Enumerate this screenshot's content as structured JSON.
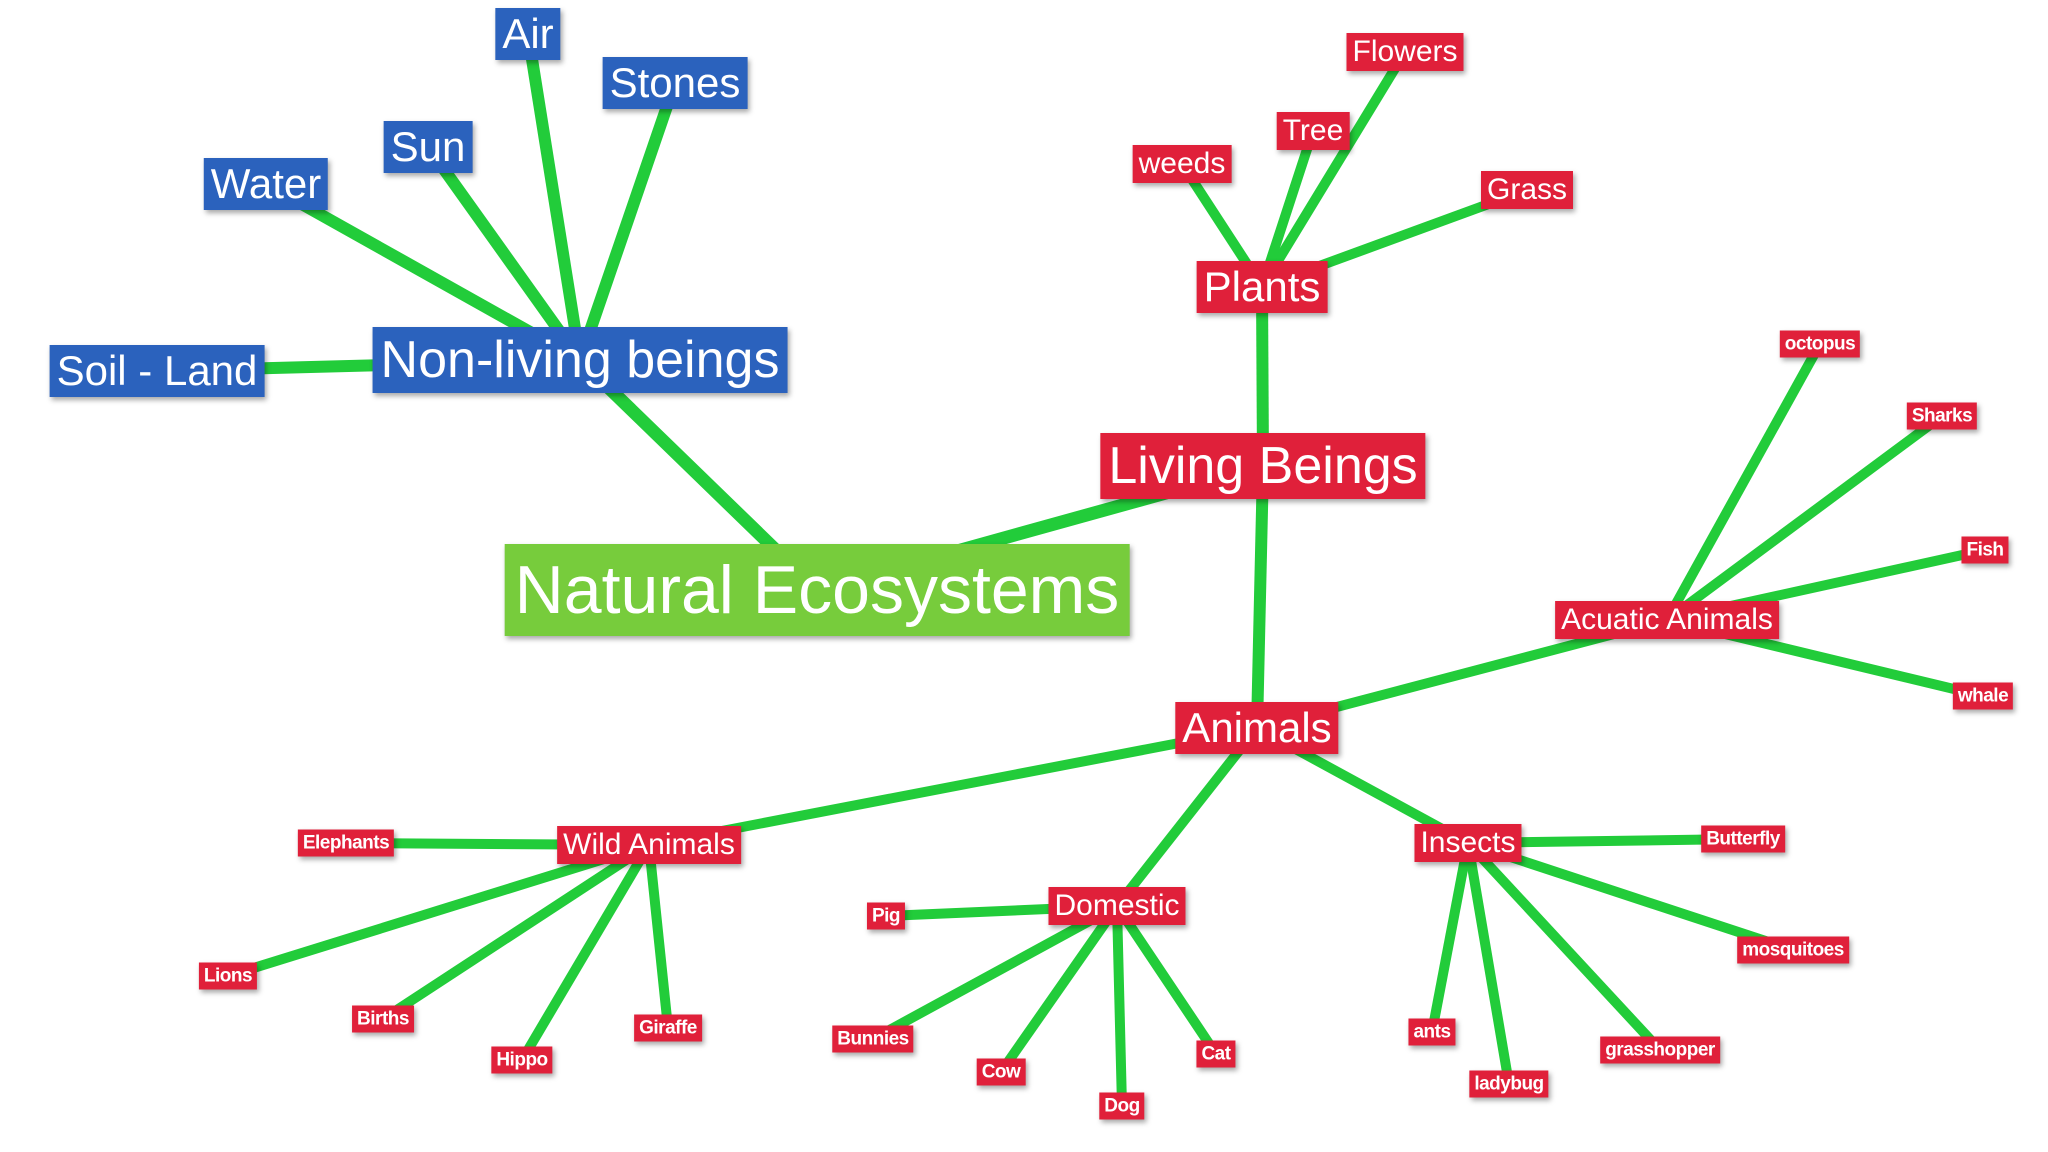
{
  "colors": {
    "edge": "#22cc3a",
    "root": "#77cc3c",
    "blue": "#2b62bd",
    "red": "#e0203a"
  },
  "diagram": {
    "nodes": [
      {
        "id": "natural_ecosystems",
        "label": "Natural Ecosystems",
        "color": "root",
        "level": "root"
      },
      {
        "id": "non_living_beings",
        "label": "Non-living beings",
        "color": "blue",
        "level": "l1"
      },
      {
        "id": "air",
        "label": "Air",
        "color": "blue",
        "level": "l2"
      },
      {
        "id": "stones",
        "label": "Stones",
        "color": "blue",
        "level": "l2"
      },
      {
        "id": "sun",
        "label": "Sun",
        "color": "blue",
        "level": "l2"
      },
      {
        "id": "water",
        "label": "Water",
        "color": "blue",
        "level": "l2"
      },
      {
        "id": "soil_land",
        "label": "Soil - Land",
        "color": "blue",
        "level": "l2"
      },
      {
        "id": "living_beings",
        "label": "Living Beings",
        "color": "red",
        "level": "l1"
      },
      {
        "id": "plants",
        "label": "Plants",
        "color": "red",
        "level": "l2"
      },
      {
        "id": "flowers",
        "label": "Flowers",
        "color": "red",
        "level": "l3"
      },
      {
        "id": "tree",
        "label": "Tree",
        "color": "red",
        "level": "l3"
      },
      {
        "id": "weeds",
        "label": "weeds",
        "color": "red",
        "level": "l3"
      },
      {
        "id": "grass",
        "label": "Grass",
        "color": "red",
        "level": "l3"
      },
      {
        "id": "animals",
        "label": "Animals",
        "color": "red",
        "level": "l2"
      },
      {
        "id": "acuatic_animals",
        "label": "Acuatic Animals",
        "color": "red",
        "level": "l3"
      },
      {
        "id": "octopus",
        "label": "octopus",
        "color": "red",
        "level": "l4"
      },
      {
        "id": "sharks",
        "label": "Sharks",
        "color": "red",
        "level": "l4"
      },
      {
        "id": "fish",
        "label": "Fish",
        "color": "red",
        "level": "l4"
      },
      {
        "id": "whale",
        "label": "whale",
        "color": "red",
        "level": "l4"
      },
      {
        "id": "wild_animals",
        "label": "Wild Animals",
        "color": "red",
        "level": "l3"
      },
      {
        "id": "elephants",
        "label": "Elephants",
        "color": "red",
        "level": "l4"
      },
      {
        "id": "lions",
        "label": "Lions",
        "color": "red",
        "level": "l4"
      },
      {
        "id": "births",
        "label": "Births",
        "color": "red",
        "level": "l4"
      },
      {
        "id": "hippo",
        "label": "Hippo",
        "color": "red",
        "level": "l4"
      },
      {
        "id": "giraffe",
        "label": "Giraffe",
        "color": "red",
        "level": "l4"
      },
      {
        "id": "domestic",
        "label": "Domestic",
        "color": "red",
        "level": "l3"
      },
      {
        "id": "pig",
        "label": "Pig",
        "color": "red",
        "level": "l4"
      },
      {
        "id": "bunnies",
        "label": "Bunnies",
        "color": "red",
        "level": "l4"
      },
      {
        "id": "cow",
        "label": "Cow",
        "color": "red",
        "level": "l4"
      },
      {
        "id": "dog",
        "label": "Dog",
        "color": "red",
        "level": "l4"
      },
      {
        "id": "cat",
        "label": "Cat",
        "color": "red",
        "level": "l4"
      },
      {
        "id": "insects",
        "label": "Insects",
        "color": "red",
        "level": "l3"
      },
      {
        "id": "butterfly",
        "label": "Butterfly",
        "color": "red",
        "level": "l4"
      },
      {
        "id": "mosquitoes",
        "label": "mosquitoes",
        "color": "red",
        "level": "l4"
      },
      {
        "id": "ants",
        "label": "ants",
        "color": "red",
        "level": "l4"
      },
      {
        "id": "ladybug",
        "label": "ladybug",
        "color": "red",
        "level": "l4"
      },
      {
        "id": "grasshopper",
        "label": "grasshopper",
        "color": "red",
        "level": "l4"
      }
    ],
    "edges": [
      [
        "natural_ecosystems",
        "non_living_beings"
      ],
      [
        "natural_ecosystems",
        "living_beings"
      ],
      [
        "non_living_beings",
        "air"
      ],
      [
        "non_living_beings",
        "stones"
      ],
      [
        "non_living_beings",
        "sun"
      ],
      [
        "non_living_beings",
        "water"
      ],
      [
        "non_living_beings",
        "soil_land"
      ],
      [
        "living_beings",
        "plants"
      ],
      [
        "living_beings",
        "animals"
      ],
      [
        "plants",
        "flowers"
      ],
      [
        "plants",
        "tree"
      ],
      [
        "plants",
        "weeds"
      ],
      [
        "plants",
        "grass"
      ],
      [
        "animals",
        "acuatic_animals"
      ],
      [
        "animals",
        "wild_animals"
      ],
      [
        "animals",
        "domestic"
      ],
      [
        "animals",
        "insects"
      ],
      [
        "acuatic_animals",
        "octopus"
      ],
      [
        "acuatic_animals",
        "sharks"
      ],
      [
        "acuatic_animals",
        "fish"
      ],
      [
        "acuatic_animals",
        "whale"
      ],
      [
        "wild_animals",
        "elephants"
      ],
      [
        "wild_animals",
        "lions"
      ],
      [
        "wild_animals",
        "births"
      ],
      [
        "wild_animals",
        "hippo"
      ],
      [
        "wild_animals",
        "giraffe"
      ],
      [
        "domestic",
        "pig"
      ],
      [
        "domestic",
        "bunnies"
      ],
      [
        "domestic",
        "cow"
      ],
      [
        "domestic",
        "dog"
      ],
      [
        "domestic",
        "cat"
      ],
      [
        "insects",
        "butterfly"
      ],
      [
        "insects",
        "mosquitoes"
      ],
      [
        "insects",
        "ants"
      ],
      [
        "insects",
        "ladybug"
      ],
      [
        "insects",
        "grasshopper"
      ]
    ]
  }
}
